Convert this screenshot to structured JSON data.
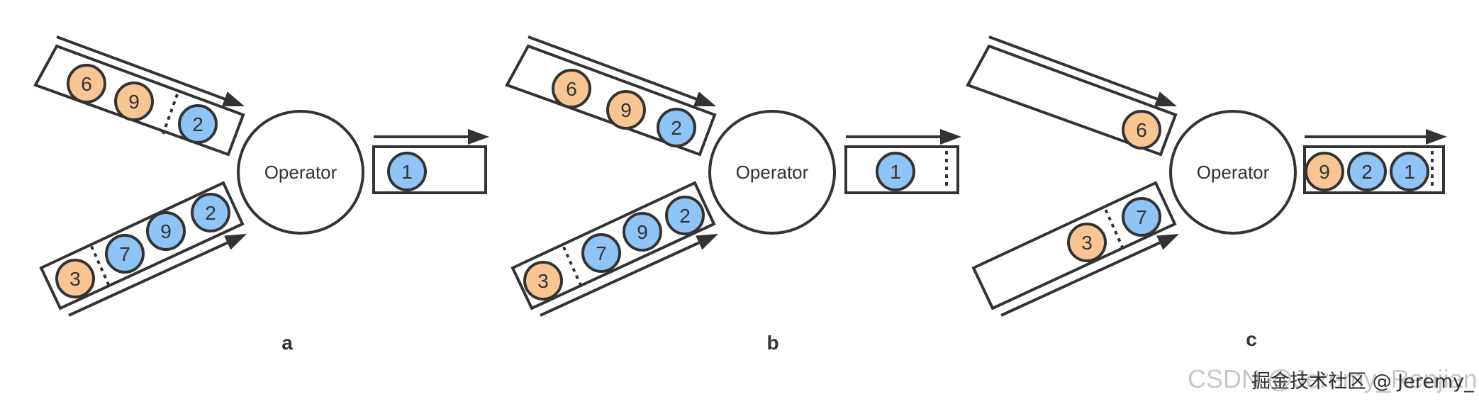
{
  "colors": {
    "orange": "#F9C693",
    "blue": "#8EC4F6",
    "stroke": "#333333"
  },
  "operator_label": "Operator",
  "panels": [
    {
      "label": "a",
      "upper": [
        "6",
        "9",
        "2"
      ],
      "lower": [
        "3",
        "7",
        "9",
        "2"
      ],
      "output": [
        "1"
      ]
    },
    {
      "label": "b",
      "upper": [
        "6",
        "9",
        "2"
      ],
      "lower": [
        "3",
        "7",
        "9",
        "2"
      ],
      "output": [
        "1"
      ]
    },
    {
      "label": "c",
      "upper": [
        "6"
      ],
      "lower": [
        "3",
        "7"
      ],
      "output": [
        "9",
        "2",
        "1"
      ]
    }
  ],
  "watermark": {
    "back": "CSDN @Jeremy_Renjian",
    "front": "掘金技术社区 @ Jeremy_"
  }
}
